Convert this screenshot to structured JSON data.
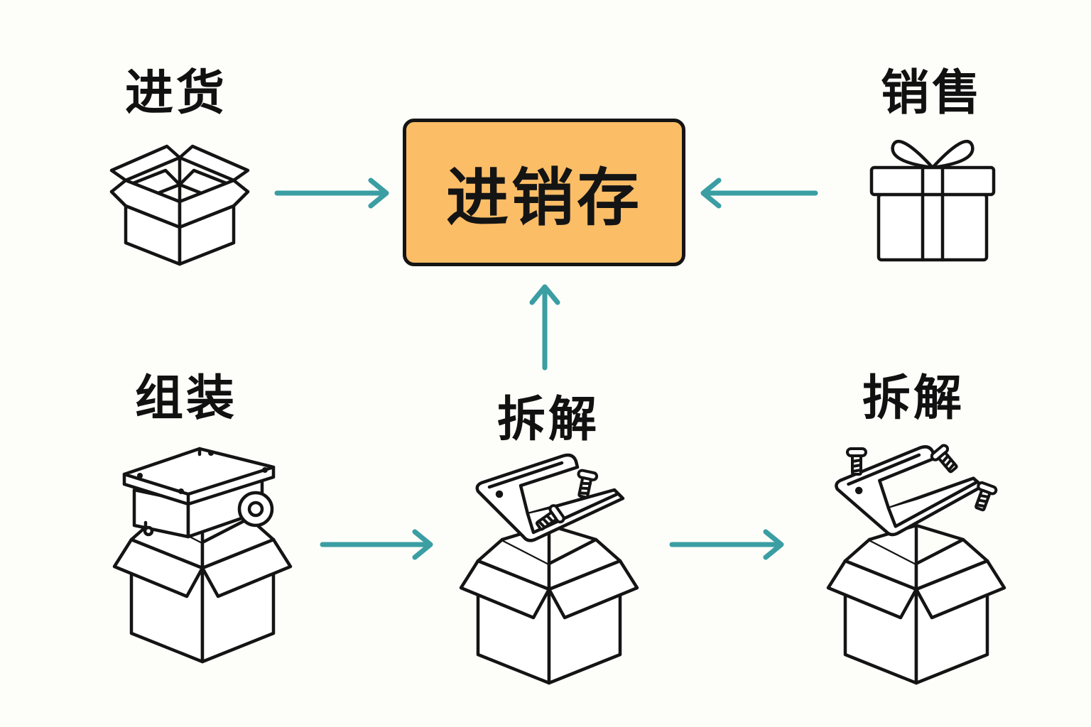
{
  "hub": {
    "label": "进销存",
    "fill": "#fbbd66",
    "border": "#141414"
  },
  "nodes": {
    "purchase": {
      "label": "进货",
      "icon": "open-box-icon"
    },
    "sales": {
      "label": "销售",
      "icon": "gift-box-icon"
    },
    "assembly": {
      "label": "组装",
      "icon": "device-over-box-icon"
    },
    "disassembly_center": {
      "label": "拆解",
      "icon": "bracket-screws-over-box-icon"
    },
    "disassembly_right": {
      "label": "拆解",
      "icon": "bracket-screws-over-box-icon"
    }
  },
  "colors": {
    "arrow": "#3a9ea3",
    "stroke": "#141414",
    "background": "#fdfdfa"
  }
}
